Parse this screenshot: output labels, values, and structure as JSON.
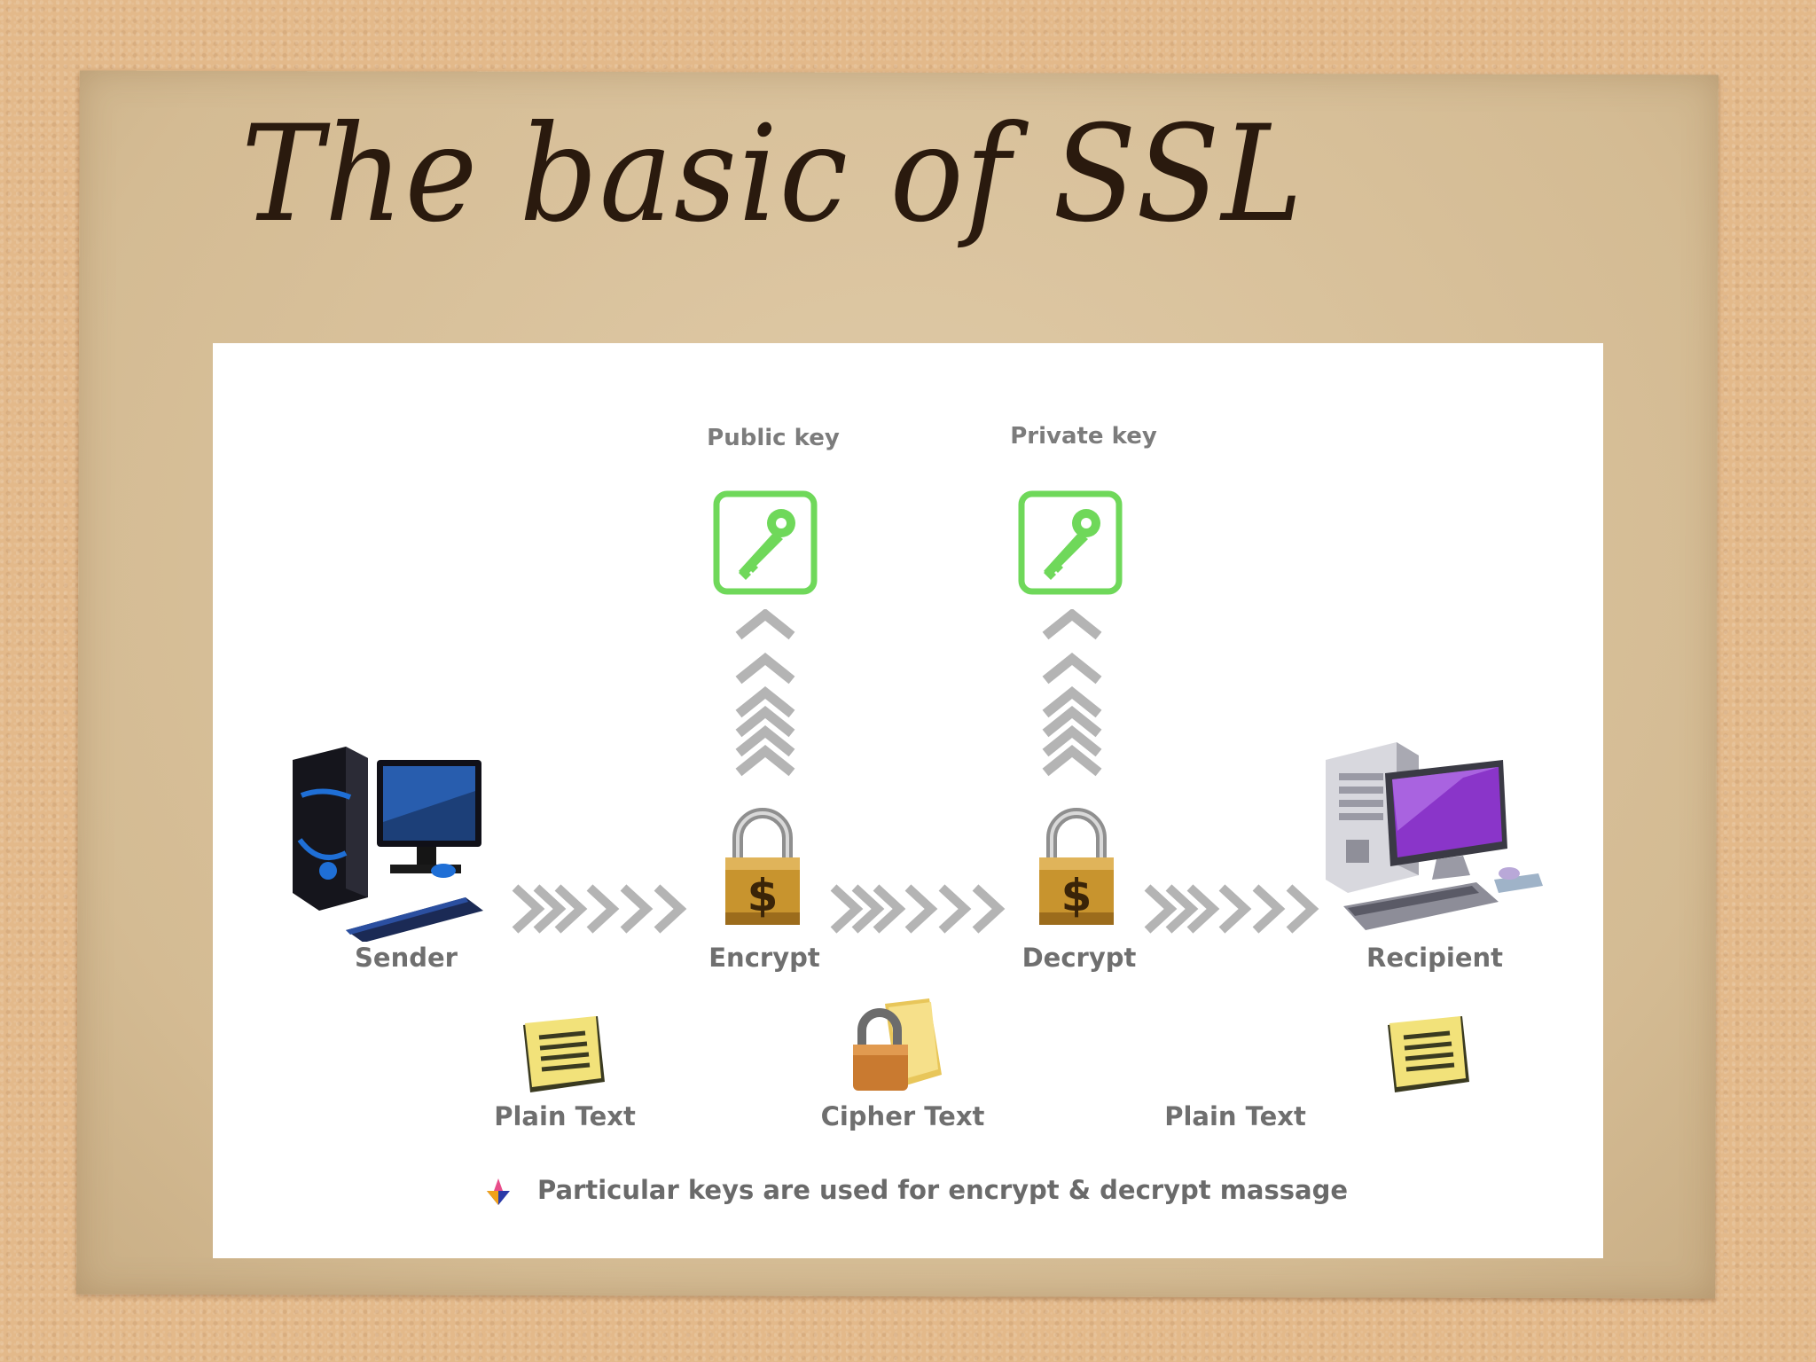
{
  "slide": {
    "title": "The basic of SSL"
  },
  "diagram": {
    "keys": {
      "public_label": "Public key",
      "private_label": "Private key"
    },
    "stages": {
      "sender": "Sender",
      "encrypt": "Encrypt",
      "decrypt": "Decrypt",
      "recipient": "Recipient"
    },
    "documents": {
      "plain_left": "Plain Text",
      "cipher": "Cipher Text",
      "plain_right": "Plain Text"
    },
    "note": "Particular keys are used for encrypt & decrypt massage"
  },
  "colors": {
    "key_green": "#6fd85a",
    "lock_gold": "#c8942e",
    "chevron_gray": "#b4b4b4",
    "recipient_screen": "#8a35c9",
    "sender_accent": "#1f6fd6"
  }
}
